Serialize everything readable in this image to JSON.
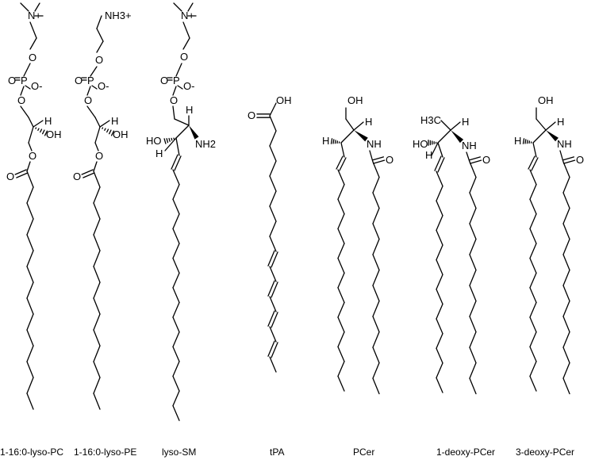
{
  "labels": [
    "1-16:0-lyso-PC",
    "1-16:0-lyso-PE",
    "lyso-SM",
    "tPA",
    "PCer",
    "1-deoxy-PCer",
    "3-deoxy-PCer"
  ],
  "atoms": {
    "n_plus": "N+",
    "nh3_plus": "NH3+",
    "o": "O",
    "p": "P",
    "o_minus": "O-",
    "oh": "OH",
    "h": "H",
    "nh2": "NH2",
    "nh": "NH",
    "ho": "HO",
    "h3c": "H3C"
  },
  "molecules": [
    {
      "name": "1-16:0-lyso-PC",
      "head": "choline phosphate",
      "backbone": "glycerol",
      "chain": "palmitoyl ester"
    },
    {
      "name": "1-16:0-lyso-PE",
      "head": "ethanolamine phosphate",
      "backbone": "glycerol",
      "chain": "palmitoyl ester"
    },
    {
      "name": "lyso-SM",
      "head": "phosphocholine",
      "backbone": "sphingosine"
    },
    {
      "name": "tPA",
      "head": "carboxylic acid",
      "chain": "polyunsaturated"
    },
    {
      "name": "PCer",
      "backbone": "sphingosine",
      "chain": "palmitoyl amide"
    },
    {
      "name": "1-deoxy-PCer",
      "backbone": "1-deoxysphingosine",
      "chain": "palmitoyl amide"
    },
    {
      "name": "3-deoxy-PCer",
      "backbone": "3-deoxysphingosine",
      "chain": "palmitoyl amide"
    }
  ]
}
